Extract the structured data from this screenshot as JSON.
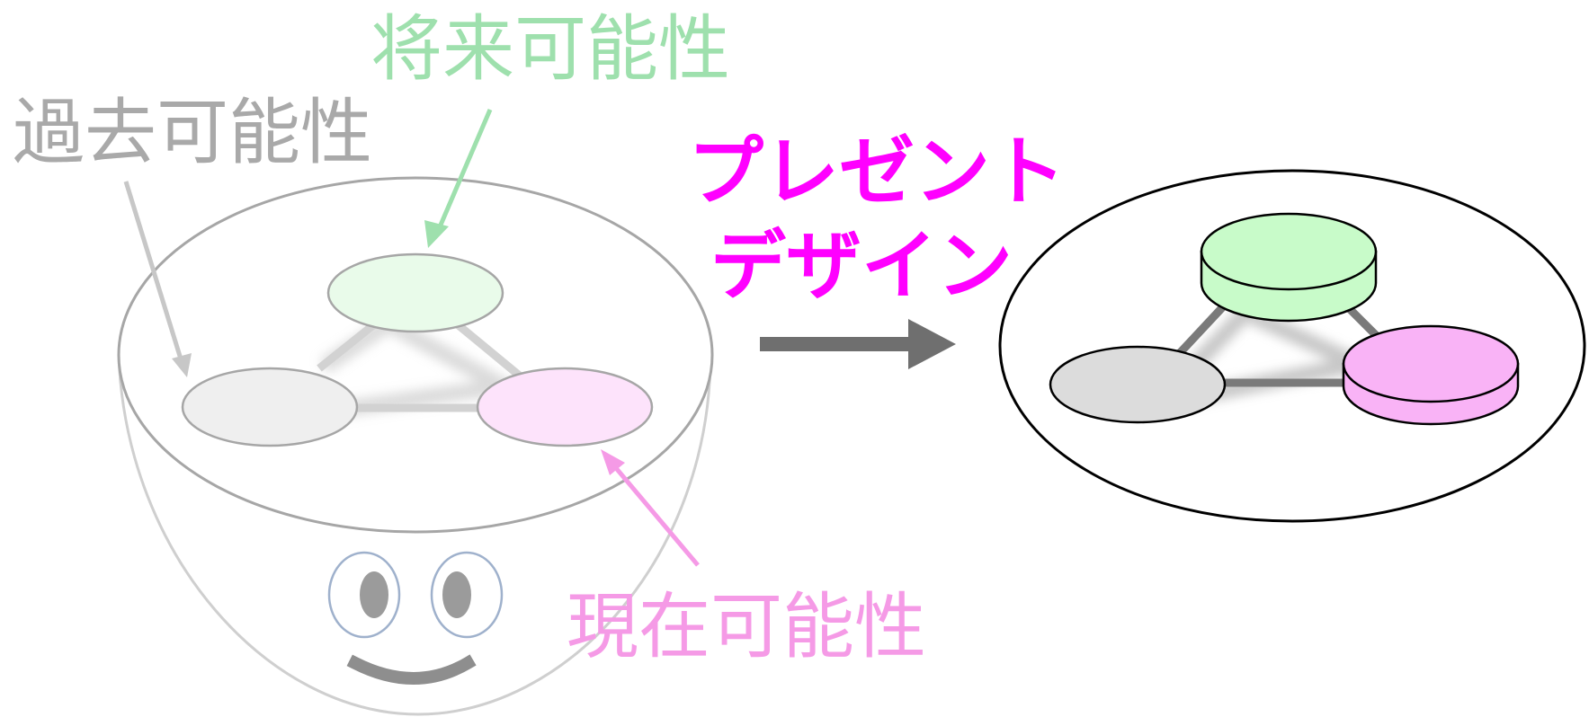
{
  "labels": {
    "future": "将来可能性",
    "past": "過去可能性",
    "present": "現在可能性",
    "present_design_line1": "プレゼント",
    "present_design_line2": "デザイン"
  },
  "colors": {
    "future": "#9ee0ad",
    "past": "#a9a9a9",
    "present": "#f59ae6",
    "present_design": "#ff00ff",
    "future_fill_light": "#e9fbea",
    "past_fill_light": "#efefef",
    "present_fill_light": "#fde3fb",
    "future_fill_solid": "#c8fbc9",
    "past_fill_solid": "#dcdcdc",
    "present_fill_solid": "#f9b3f6",
    "arrow": "#6f6f6f"
  },
  "icons": {
    "bowl_face": "smiling-bowl-face-icon",
    "transform_arrow": "right-arrow-icon"
  }
}
